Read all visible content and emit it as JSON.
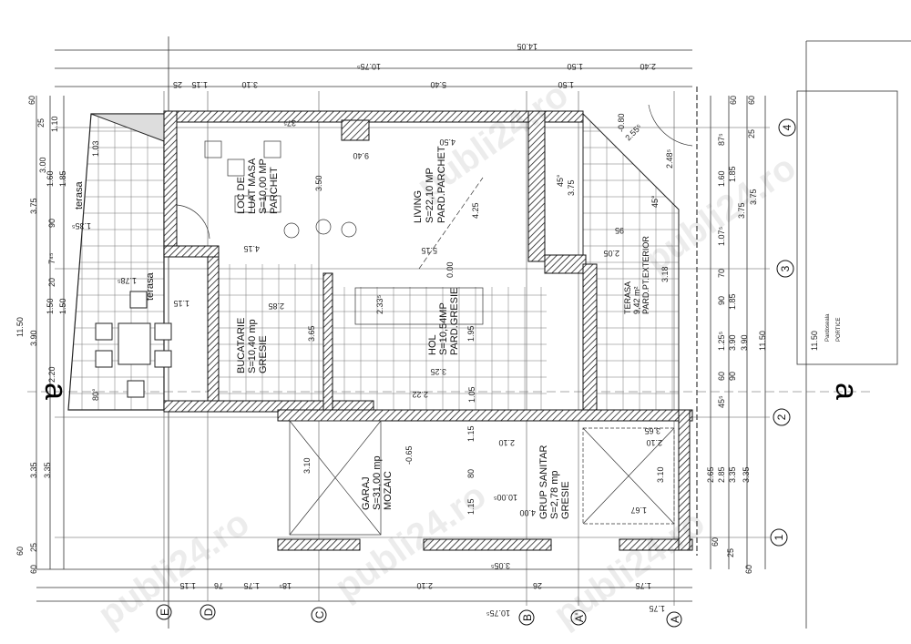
{
  "watermark": "publi24.ro",
  "rooms": [
    {
      "lines": [
        "LOC DE",
        "LUAT MASA",
        "S=10,00 MP",
        "PARCHET"
      ]
    },
    {
      "lines": [
        "LIVING",
        "S=22,10 MP",
        "PARD.PARCHET"
      ]
    },
    {
      "lines": [
        "BUCATARIE",
        "S=10,40 mp",
        "GRESIE"
      ]
    },
    {
      "lines": [
        "HOL",
        "S=10,54MP",
        "PARD.GRESIE"
      ]
    },
    {
      "lines": [
        "GARAJ",
        "S=31,00 mp",
        "MOZAIC"
      ]
    },
    {
      "lines": [
        "GRUP SANITAR",
        "S=2,78 mp",
        "GRESIE"
      ]
    },
    {
      "lines": [
        "TERASA",
        "9,42 m²",
        "PARD.PT.EXTERIOR"
      ]
    },
    {
      "lines": [
        "terasa"
      ]
    },
    {
      "lines": [
        "terasa"
      ]
    }
  ],
  "levels": [
    "0.00",
    "-0.65",
    "-0.80"
  ],
  "angles": [
    "80°",
    "45°",
    "45°"
  ],
  "axes_bottom": [
    "E",
    "D",
    "C",
    "B",
    "A'",
    "A"
  ],
  "axes_right": [
    "4",
    "3",
    "2",
    "1"
  ],
  "section_marks": [
    "a",
    "a"
  ],
  "dimensions_top": [
    "14.05",
    "10.75⁵",
    "1.50",
    "2.40",
    "1.15",
    "25",
    "3.10",
    "5.40",
    "1.50"
  ],
  "dimensions_bottom": [
    "1.15",
    "76",
    "1.75",
    "18⁵",
    "2.10",
    "26",
    "1.75",
    "3.05⁵",
    "10.75⁵",
    "1.75"
  ],
  "dimensions_left": [
    "60",
    "25",
    "1.10",
    "3.00",
    "1.60",
    "1.85",
    "3.75",
    "90",
    "7⁴⁵",
    "20",
    "1.50",
    "1.50",
    "3.90",
    "11.50",
    "2.20",
    "3.35",
    "3.35",
    "60",
    "25",
    "60"
  ],
  "dimensions_right": [
    "60",
    "60",
    "25",
    "87⁵",
    "1.60",
    "1.85",
    "3.75",
    "3.75",
    "1.07⁵",
    "70",
    "90",
    "1.85",
    "1.25⁵",
    "3.90",
    "3.90",
    "11.50",
    "60",
    "90",
    "45⁵",
    "2.65",
    "2.85",
    "3.35",
    "3.35",
    "60",
    "25",
    "60"
  ],
  "dimensions_inner": [
    "9.40",
    "4.50",
    "3.50",
    "4.15",
    "4.25",
    "5.15",
    "2.85",
    "3.65",
    "1.15",
    "1.03",
    "1.35⁵",
    "1.78⁵",
    "2.33⁵",
    "1.95",
    "3.25",
    "2.10",
    "2.10",
    "1.15",
    "1.15",
    "3.10",
    "3.10",
    "10.00⁵",
    "4.00",
    "1.67",
    "3.65",
    "80",
    "3.18",
    "2.05",
    "95",
    "2.48⁵",
    "2.55⁵",
    "3.75",
    "37⁵",
    "2.22",
    "1.05"
  ],
  "title_block": [
    "11.50",
    "Pardoseala",
    "PORTICE"
  ]
}
